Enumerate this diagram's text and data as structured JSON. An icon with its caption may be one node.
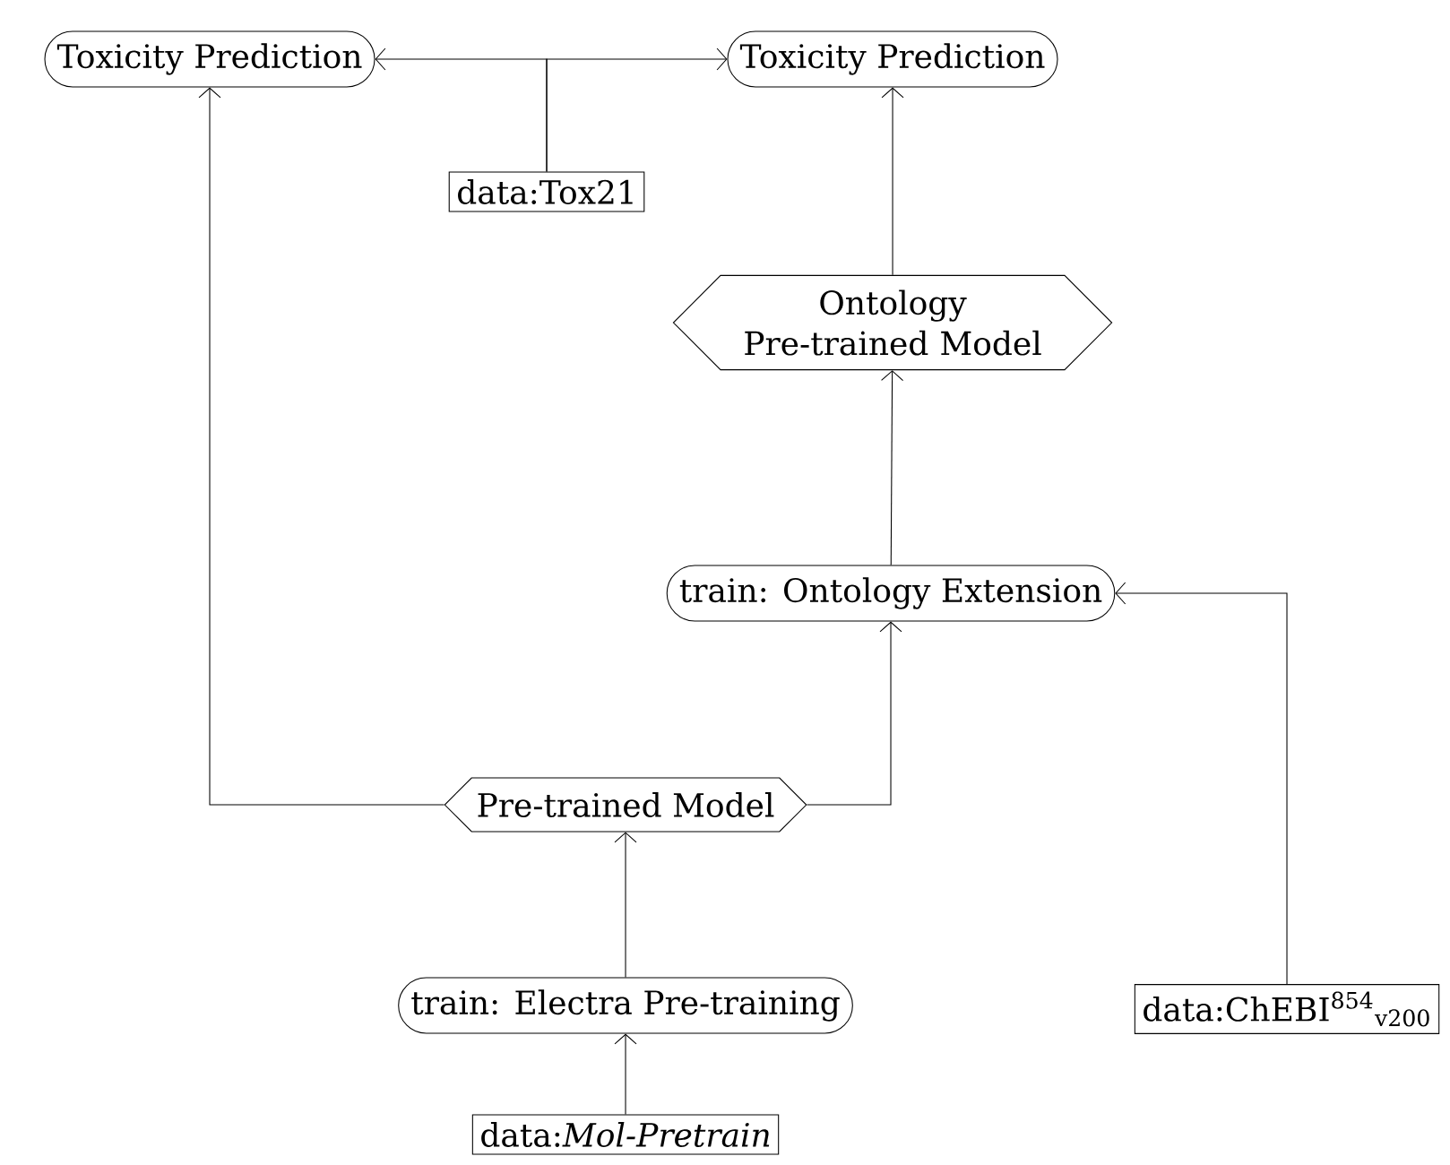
{
  "diagram": {
    "nodes": [
      {
        "text": [
          "Toxicity Prediction"
        ]
      },
      {
        "text": [
          "Toxicity Prediction"
        ]
      },
      {
        "text": [
          "data:Tox21"
        ]
      },
      {
        "text": [
          "Ontology Pre-trained Model"
        ]
      },
      {
        "text": [
          "train: Ontology Extension"
        ]
      },
      {
        "text": [
          "Pre-trained Model"
        ]
      },
      {
        "text": [
          "train: Electra Pre-training"
        ]
      },
      {
        "text": [
          "data:ChEBI$^{854}$$_{v200}$"
        ]
      },
      {
        "text": [
          "data:*Mol-Pretrain*"
        ]
      }
    ],
    "edges": [
      {
        "from": 2,
        "to": 0,
        "arrow": "to"
      },
      {
        "from": 2,
        "to": 1,
        "arrow": "to"
      },
      {
        "from": 3,
        "to": 1,
        "arrow": "to"
      },
      {
        "from": 4,
        "to": 3,
        "arrow": "to"
      },
      {
        "from": 5,
        "to": 4,
        "arrow": "to"
      },
      {
        "from": 5,
        "to": 0,
        "arrow": "to"
      },
      {
        "from": 6,
        "to": 5,
        "arrow": "to"
      },
      {
        "from": 7,
        "to": 4,
        "arrow": "to"
      },
      {
        "from": 8,
        "to": 6,
        "arrow": "to"
      }
    ]
  }
}
